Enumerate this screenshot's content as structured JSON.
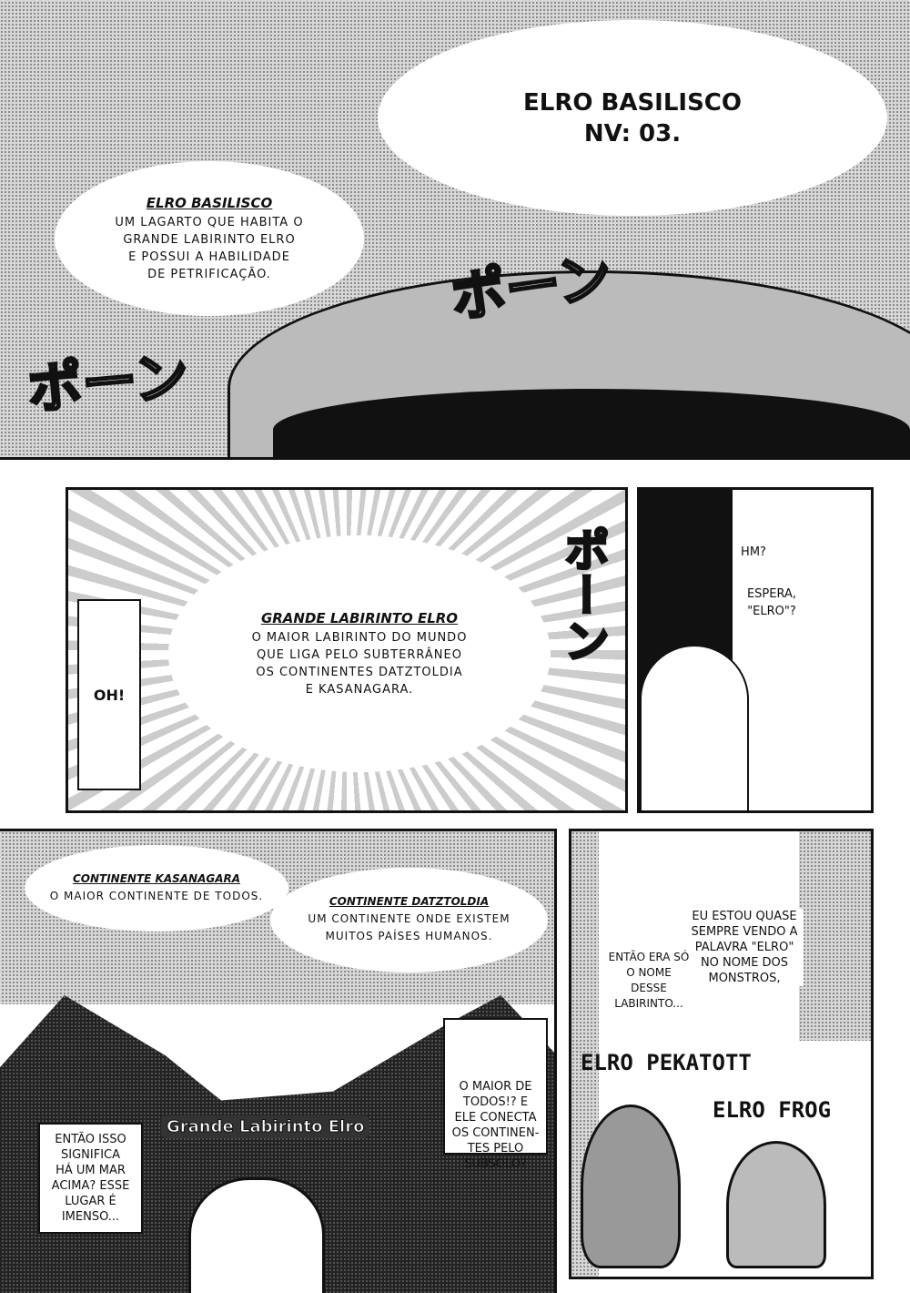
{
  "panel1": {
    "name_box": {
      "line1": "ELRO BASILISCO",
      "line2": "NV: 03."
    },
    "info": {
      "title": "ELRO BASILISCO",
      "body": "UM LAGARTO QUE HABITA O\nGRANDE LABIRINTO ELRO\nE POSSUI A HABILIDADE\nDE PETRIFICAÇÃO."
    },
    "sfx": [
      "ポーン",
      "ポーン"
    ]
  },
  "panel2": {
    "info": {
      "title": "GRANDE LABIRINTO ELRO",
      "body": "O MAIOR LABIRINTO DO MUNDO\nQUE LIGA PELO SUBTERRÂNEO\nOS CONTINENTES DATZTOLDIA\nE KASANAGARA."
    },
    "exclaim": "OH!",
    "sfx": "ポーン"
  },
  "panel3": {
    "hm": "HM?",
    "espera": "ESPERA,\n\"ELRO\"?"
  },
  "panel4": {
    "kasanagara": {
      "title": "CONTINENTE KASANAGARA",
      "body": "O MAIOR CONTINENTE DE TODOS."
    },
    "datztoldia": {
      "title": "CONTINENTE DATZTOLDIA",
      "body": "UM CONTINENTE ONDE EXISTEM\nMUITOS PAÍSES HUMANOS."
    },
    "map_label": "Grande Labirinto Elro",
    "left_box": "ENTÃO ISSO\nSIGNIFICA\nHÁ UM MAR\nACIMA? ESSE\nLUGAR É\nIMENSO...",
    "right_box": "O MAIOR DE\nTODOS!? E\nELE CONECTA\nOS CONTINEN-\nTES PELO\nSUBSOLO?"
  },
  "panel5": {
    "box1": "EU ESTOU QUASE\nSEMPRE VENDO A\nPALAVRA \"ELRO\"\nNO NOME DOS\nMONSTROS,",
    "box2": "ENTÃO ERA SÓ\nO NOME DESSE\nLABIRINTO...",
    "label1": "ELRO PEKATOTT",
    "label2": "ELRO FROG"
  }
}
